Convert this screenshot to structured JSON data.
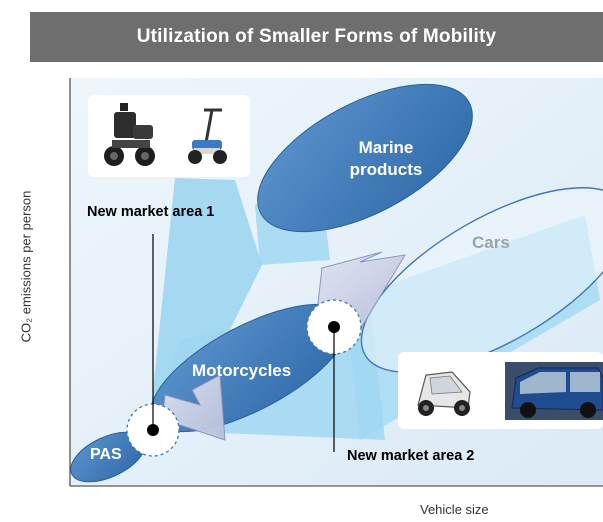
{
  "title": "Utilization of Smaller Forms of Mobility",
  "axes": {
    "y_label": "CO₂ emissions per person",
    "x_label": "Vehicle size"
  },
  "regions": {
    "marine": "Marine products",
    "cars": "Cars",
    "motorcycles": "Motorcycles",
    "pas": "PAS"
  },
  "callouts": {
    "area1": "New market area 1",
    "area2": "New market area 2"
  },
  "colors": {
    "title_bg": "#6e6e6e",
    "background_panel": "#e6f1fa",
    "dark_blue": "#3f78b6",
    "light_cyan": "#a7dbf3",
    "cars_gray": "#9aa4ae"
  },
  "icons": [
    "personal-mobility-scooter-icon",
    "electric-standing-scooter-icon",
    "compact-ev-icon",
    "small-ev-car-icon"
  ]
}
